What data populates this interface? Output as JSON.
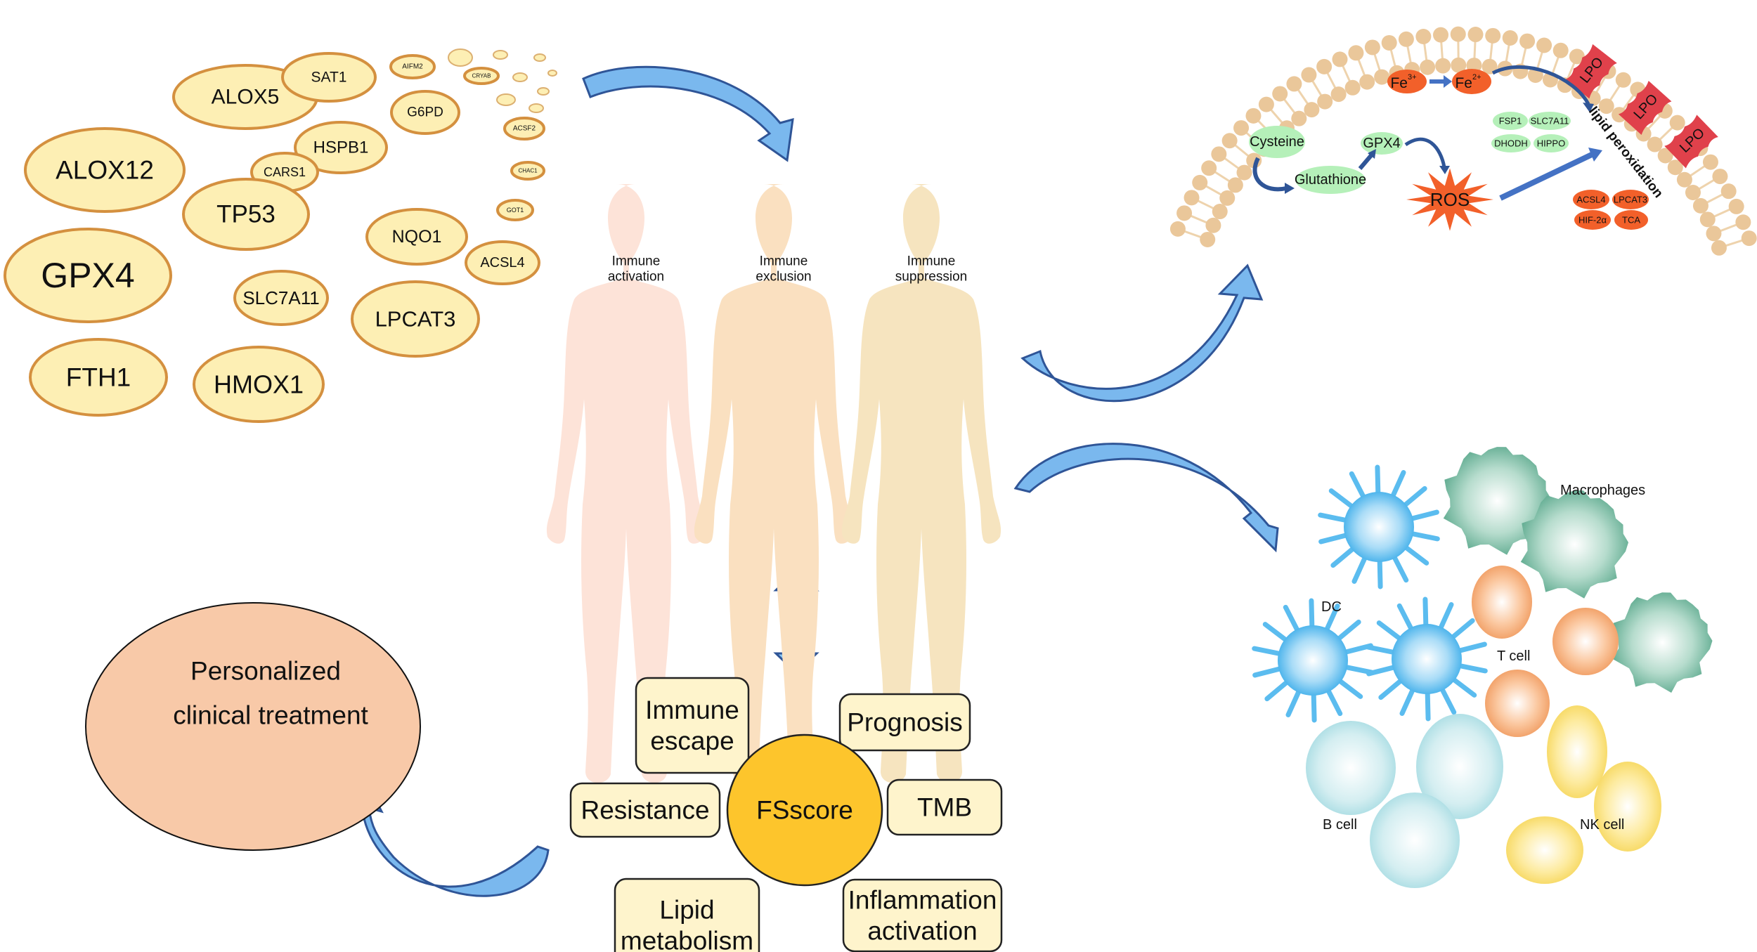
{
  "colors": {
    "gene_fill": "#fdefb4",
    "gene_stroke": "#d4903f",
    "arrow_fill": "#7ab8ee",
    "arrow_dark": "#6aa3d2",
    "arrow_stroke": "#2f5597",
    "membrane_head": "#eac79a",
    "green_node": "#b5f0b9",
    "orange_node": "#f2602a",
    "lpo_red": "#e0414b",
    "fsscore_fill": "#fdc52c",
    "box_fill": "#fef4cc",
    "treatment_fill": "#f8c9a8",
    "body_activation": "#fde3d8",
    "body_exclusion": "#fae0c0",
    "body_suppression": "#f6e4bf"
  },
  "gene_cluster": {
    "genes": [
      {
        "label": "ALOX5",
        "size": "m"
      },
      {
        "label": "SAT1",
        "size": "s"
      },
      {
        "label": "AIFM2",
        "size": "xs"
      },
      {
        "label": "CRYAB",
        "size": "xs"
      },
      {
        "label": "G6PD",
        "size": "s"
      },
      {
        "label": "ACSF2",
        "size": "xs"
      },
      {
        "label": "HSPB1",
        "size": "s"
      },
      {
        "label": "ALOX12",
        "size": "l"
      },
      {
        "label": "CARS1",
        "size": "s"
      },
      {
        "label": "CHAC1",
        "size": "xxs"
      },
      {
        "label": "TP53",
        "size": "l"
      },
      {
        "label": "GOT1",
        "size": "xxs"
      },
      {
        "label": "NQO1",
        "size": "m"
      },
      {
        "label": "GPX4",
        "size": "xl"
      },
      {
        "label": "ACSL4",
        "size": "s"
      },
      {
        "label": "SLC7A11",
        "size": "m"
      },
      {
        "label": "LPCAT3",
        "size": "m"
      },
      {
        "label": "FTH1",
        "size": "l"
      },
      {
        "label": "HMOX1",
        "size": "l"
      }
    ]
  },
  "immune_phenotypes": [
    {
      "line1": "Immune",
      "line2": "activation"
    },
    {
      "line1": "Immune",
      "line2": "exclusion"
    },
    {
      "line1": "Immune",
      "line2": "suppression"
    }
  ],
  "ferroptosis_pathway": {
    "fe3": "Fe",
    "fe3_sup": "3+",
    "fe2": "Fe",
    "fe2_sup": "2+",
    "cysteine": "Cysteine",
    "glutathione": "Glutathione",
    "gpx4": "GPX4",
    "ros": "ROS",
    "lipid_peroxidation": "lipid peroxidation",
    "lpo_labels": [
      "LPO",
      "LPO",
      "LPO"
    ],
    "green_genes": [
      "FSP1",
      "SLC7A11",
      "DHODH",
      "HIPPO"
    ],
    "orange_genes": [
      "ACSL4",
      "LPCAT3",
      "HIF-2α",
      "TCA"
    ]
  },
  "immune_cells": {
    "macrophages": "Macrophages",
    "dc": "DC",
    "t_cell": "T cell",
    "b_cell": "B cell",
    "nk_cell": "NK cell"
  },
  "fsscore": {
    "center": "FSscore",
    "boxes": [
      {
        "line1": "Immune",
        "line2": "escape"
      },
      {
        "line1": "Prognosis",
        "line2": ""
      },
      {
        "line1": "Resistance",
        "line2": ""
      },
      {
        "line1": "TMB",
        "line2": ""
      },
      {
        "line1": "Lipid",
        "line2": "metabolism"
      },
      {
        "line1": "Inflammation",
        "line2": "activation"
      }
    ]
  },
  "treatment": {
    "line1": "Personalized",
    "line2": "clinical treatment"
  }
}
